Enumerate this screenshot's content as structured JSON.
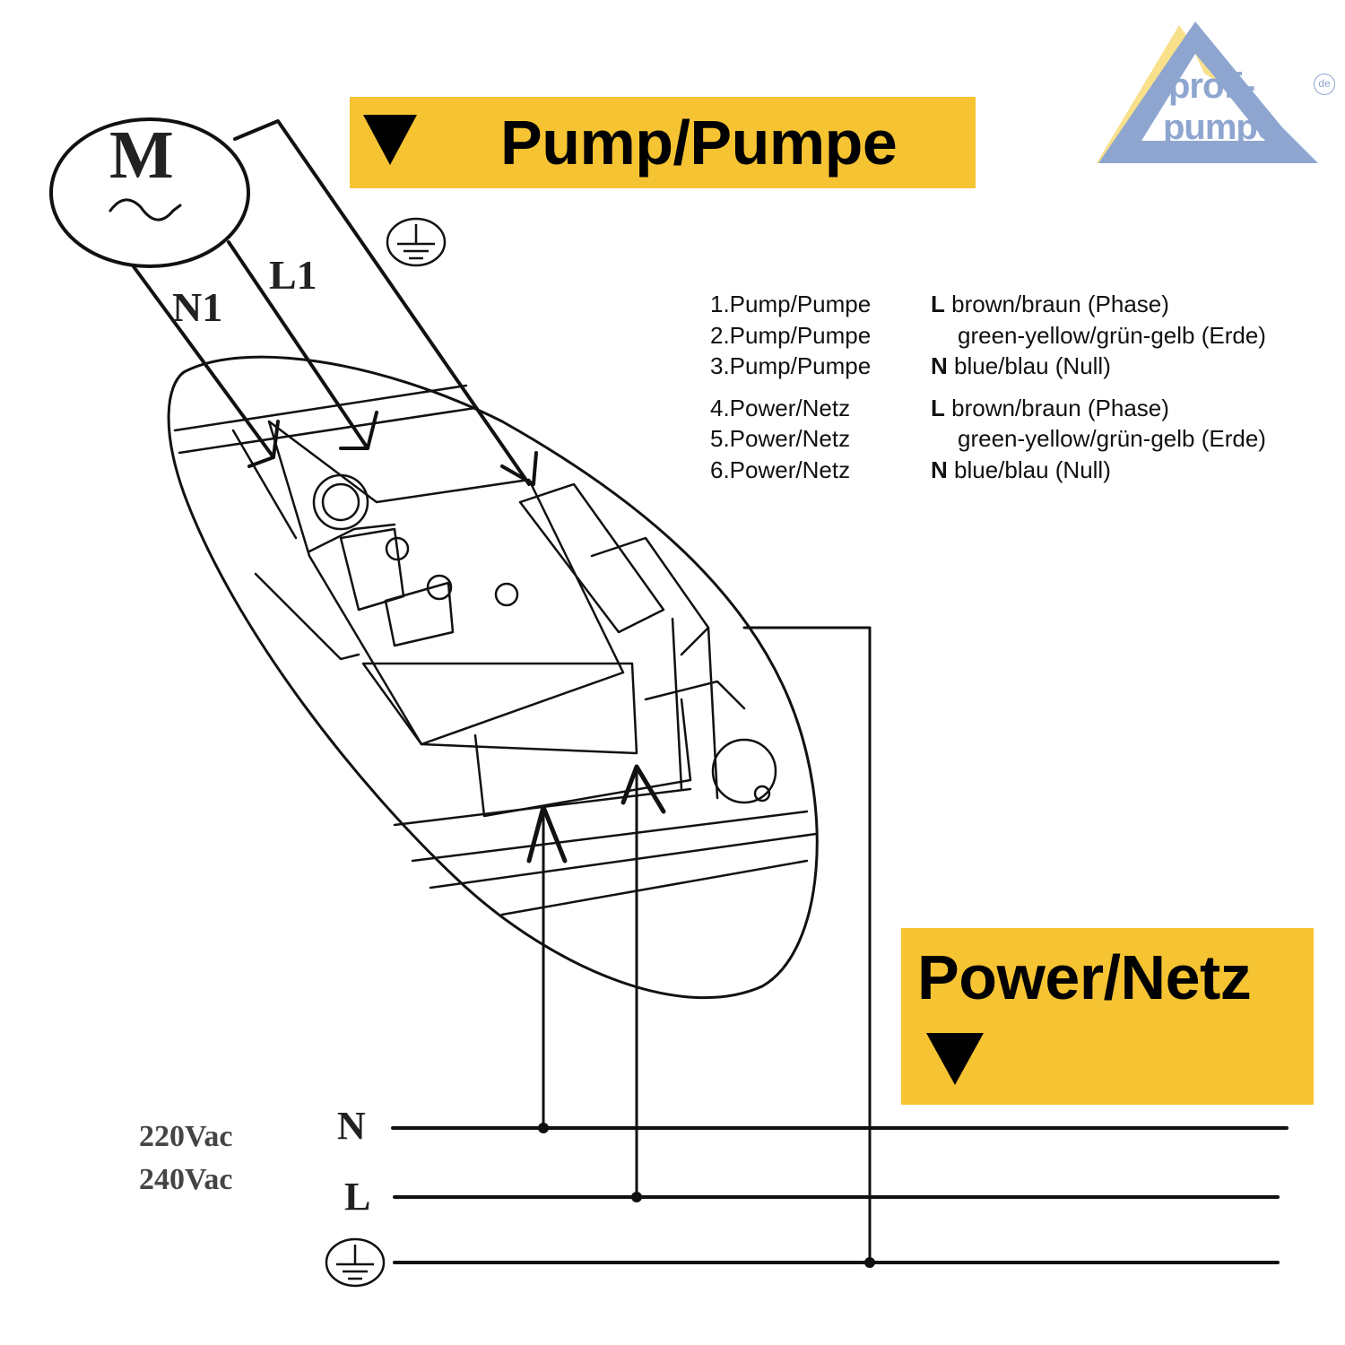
{
  "logo": {
    "line1": "profi-",
    "line2": "pumpe",
    "tld": "de",
    "colors": {
      "blue": "#8ea6cf",
      "yellow": "#f9e08a"
    }
  },
  "banners": {
    "pump": {
      "label": "Pump/Pumpe",
      "icon": "down-triangle-icon"
    },
    "power": {
      "label": "Power/Netz",
      "icon": "down-triangle-icon"
    },
    "color": "#f6c432"
  },
  "motor": {
    "symbol": "M",
    "ac_symbol": "~"
  },
  "wire_labels": {
    "n1": "N1",
    "l1": "L1"
  },
  "legend": {
    "rows": [
      {
        "num": "1.Pump/Pumpe",
        "key": "L",
        "text": " brown/braun (Phase)"
      },
      {
        "num": "2.Pump/Pumpe",
        "key": "",
        "text": "green-yellow/grün-gelb (Erde)"
      },
      {
        "num": "3.Pump/Pumpe",
        "key": "N",
        "text": " blue/blau (Null)"
      },
      {
        "num": "4.Power/Netz",
        "key": "L",
        "text": " brown/braun (Phase)"
      },
      {
        "num": "5.Power/Netz",
        "key": "",
        "text": "green-yellow/grün-gelb (Erde)"
      },
      {
        "num": "6.Power/Netz",
        "key": "N",
        "text": " blue/blau (Null)"
      }
    ]
  },
  "supply": {
    "voltage1": "220Vac",
    "voltage2": "240Vac",
    "line_n": "N",
    "line_l": "L",
    "ground_icon": "ground-icon"
  }
}
